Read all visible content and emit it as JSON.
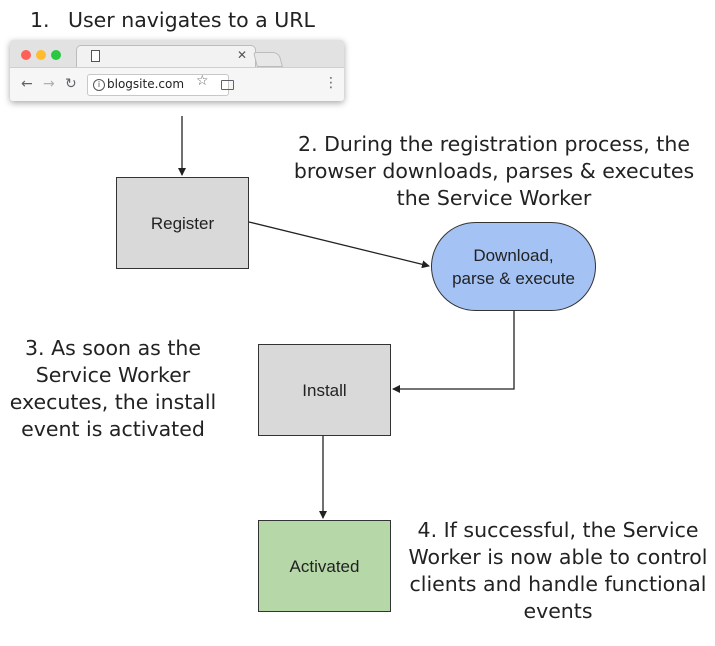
{
  "steps": {
    "step1": {
      "number": "1.",
      "text": "User navigates to a URL"
    },
    "step2": {
      "lines": [
        "2. During the registration process, the",
        "browser downloads, parses & executes",
        "the Service Worker"
      ]
    },
    "step3": {
      "lines": [
        "3. As soon as the",
        "Service Worker",
        "executes, the install",
        "event is activated"
      ]
    },
    "step4": {
      "lines": [
        "4. If successful, the Service",
        "Worker is now able to control",
        "clients and handle functional",
        "events"
      ]
    }
  },
  "browser": {
    "url": "blogsite.com",
    "traffic_light_colors": [
      "#ff5f57",
      "#febc2e",
      "#28c840"
    ],
    "icons": [
      "document-icon",
      "close-icon",
      "back-icon",
      "forward-icon",
      "reload-icon",
      "info-icon",
      "star-icon",
      "cast-icon",
      "menu-icon"
    ]
  },
  "nodes": {
    "register": "Register",
    "download": [
      "Download,",
      "parse & execute"
    ],
    "install": "Install",
    "activated": "Activated"
  },
  "colors": {
    "process_box": "#d9d9d9",
    "download_box": "#a4c2f4",
    "activated_box": "#b6d7a8",
    "stroke": "#333333"
  }
}
